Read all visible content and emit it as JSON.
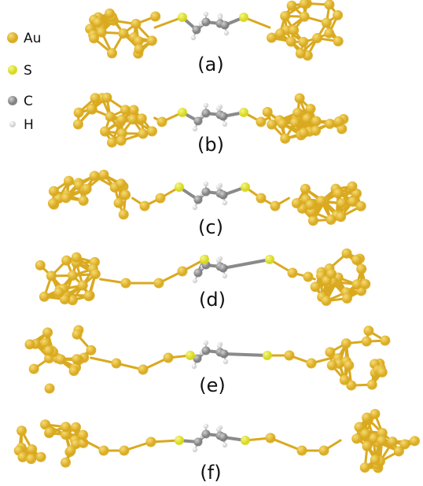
{
  "legend": [
    {
      "label": "Au",
      "color": "#d9a91f",
      "highlight": "#f6dc73",
      "radius": 7
    },
    {
      "label": "S",
      "color": "#d6d81c",
      "highlight": "#f6f78a",
      "radius": 6
    },
    {
      "label": "C",
      "color": "#7c7c7c",
      "highlight": "#cfcfcf",
      "radius": 6
    },
    {
      "label": "H",
      "color": "#cfcfcf",
      "highlight": "#ffffff",
      "radius": 4
    }
  ],
  "panels": [
    {
      "label": "(a)"
    },
    {
      "label": "(b)"
    },
    {
      "label": "(c)"
    },
    {
      "label": "(d)"
    },
    {
      "label": "(e)"
    },
    {
      "label": "(f)"
    }
  ],
  "colors": {
    "au_bond": "#d9a91f",
    "c_bond": "#8a8a8a",
    "h_bond": "#bdbdbd"
  }
}
